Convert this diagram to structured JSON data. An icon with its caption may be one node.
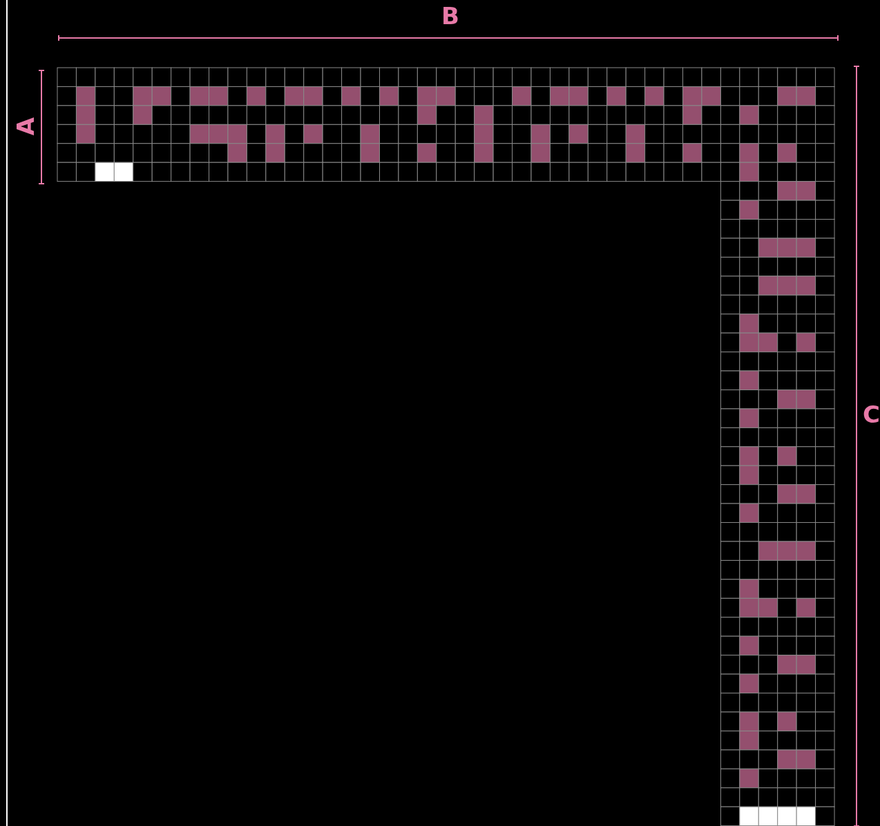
{
  "diagram": {
    "labels": [
      "B",
      "A",
      "C"
    ]
  }
}
